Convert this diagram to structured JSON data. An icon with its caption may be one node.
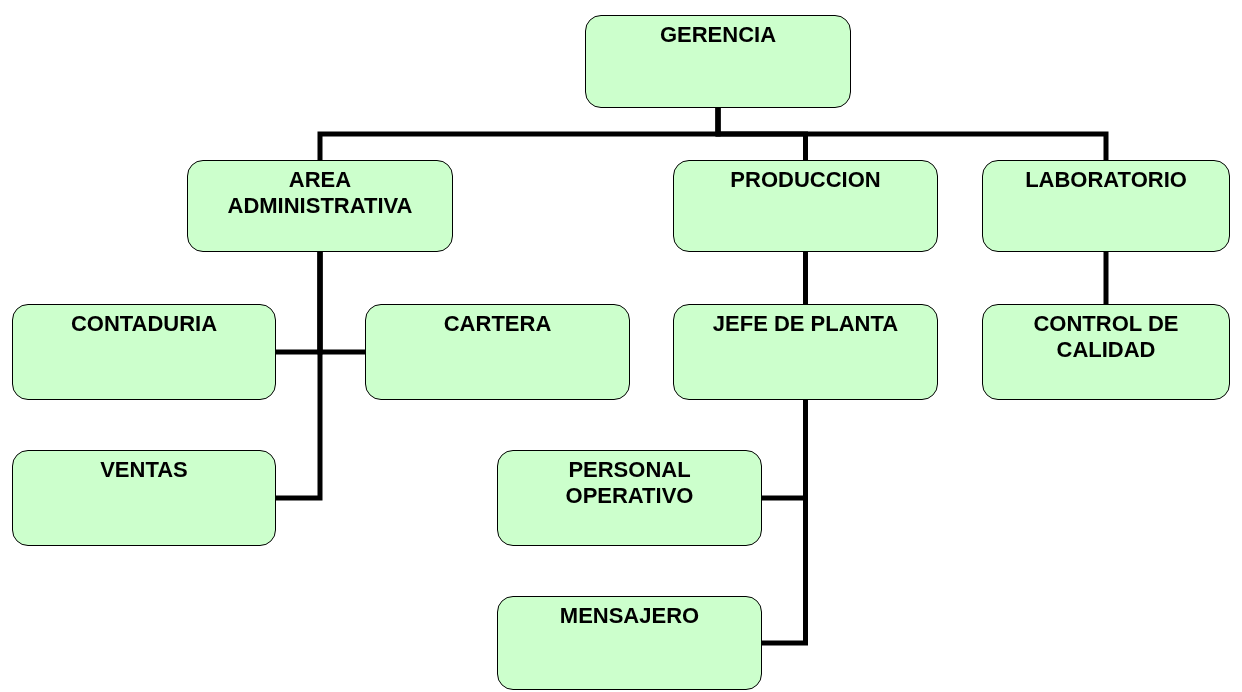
{
  "diagram": {
    "nodes": [
      {
        "text": [
          "GERENCIA"
        ]
      },
      {
        "text": [
          "AREA ADMINISTRATIVA"
        ]
      },
      {
        "text": [
          "PRODUCCION"
        ]
      },
      {
        "text": [
          "LABORATORIO"
        ]
      },
      {
        "text": [
          "CONTADURIA"
        ]
      },
      {
        "text": [
          "CARTERA"
        ]
      },
      {
        "text": [
          "JEFE DE PLANTA"
        ]
      },
      {
        "text": [
          "CONTROL DE CALIDAD"
        ]
      },
      {
        "text": [
          "VENTAS"
        ]
      },
      {
        "text": [
          "PERSONAL OPERATIVO"
        ]
      },
      {
        "text": [
          "MENSAJERO"
        ]
      }
    ],
    "edges": [
      {
        "from": 0,
        "to": 1,
        "arrow": "none"
      },
      {
        "from": 0,
        "to": 2,
        "arrow": "none"
      },
      {
        "from": 0,
        "to": 3,
        "arrow": "none"
      },
      {
        "from": 1,
        "to": 4,
        "arrow": "none"
      },
      {
        "from": 1,
        "to": 5,
        "arrow": "none"
      },
      {
        "from": 1,
        "to": 8,
        "arrow": "none"
      },
      {
        "from": 2,
        "to": 6,
        "arrow": "none"
      },
      {
        "from": 3,
        "to": 7,
        "arrow": "none"
      },
      {
        "from": 6,
        "to": 9,
        "arrow": "none"
      },
      {
        "from": 6,
        "to": 10,
        "arrow": "none"
      }
    ]
  }
}
